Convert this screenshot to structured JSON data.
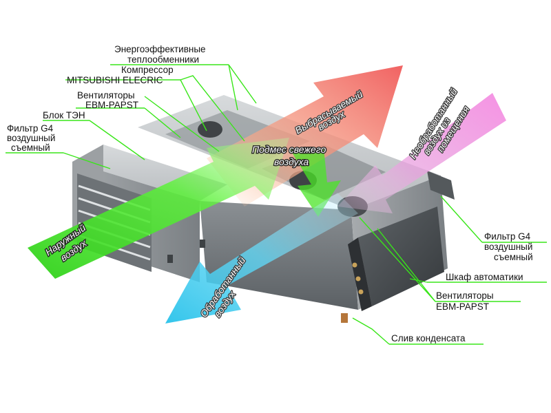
{
  "labels": {
    "heat_exchangers_1": "Энергоэффективные",
    "heat_exchangers_2": "теплообменники",
    "compressor_1": "Компрессор",
    "compressor_2": "MITSUBISHI ELECRIC",
    "fans_top_1": "Вентиляторы",
    "fans_top_2": "EBM-PAPST",
    "heater_block": "Блок ТЭН",
    "filter_left_1": "Фильтр G4",
    "filter_left_2": "воздушный",
    "filter_left_3": "съемный",
    "filter_right_1": "Фильтр G4",
    "filter_right_2": "воздушный",
    "filter_right_3": "съемный",
    "automation_cabinet": "Шкаф автоматики",
    "fans_bottom_1": "Вентиляторы",
    "fans_bottom_2": "EBM-PAPST",
    "condensate_drain": "Слив конденсата"
  },
  "flows": {
    "exhaust_1": "Выбрасываемый",
    "exhaust_2": "воздух",
    "mix_1": "Подмес свежего",
    "mix_2": "воздуха",
    "untreated_1": "Необработанный",
    "untreated_2": "воздух из",
    "untreated_3": "помещения",
    "outdoor_1": "Наружный",
    "outdoor_2": "воздух",
    "treated_1": "Обработанный",
    "treated_2": "воздух"
  },
  "colors": {
    "leader_green": "#39e619",
    "exhaust_arrow": "#f06a6a",
    "outdoor_arrow": "#3fdc2a",
    "treated_arrow": "#33c8ea",
    "untreated_arrow": "#e88ad8",
    "unit_body": "#9ea3a6"
  }
}
